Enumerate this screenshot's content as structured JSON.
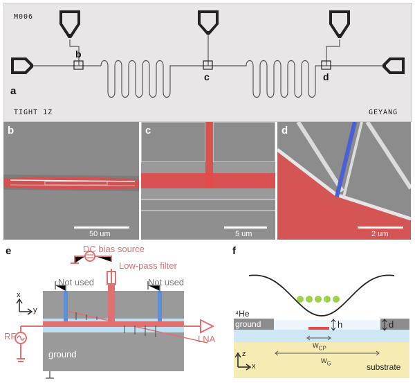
{
  "panel_a": {
    "label": "a",
    "chip_id": "M006",
    "bottom_left_text": "TIGHT 1Z",
    "bottom_right_text": "GEYANG",
    "markers": [
      "b",
      "c",
      "d"
    ]
  },
  "panel_b": {
    "label": "b",
    "scale": "50 um"
  },
  "panel_c": {
    "label": "c",
    "scale": "5 um"
  },
  "panel_d": {
    "label": "d",
    "scale": "2 um"
  },
  "panel_e": {
    "label": "e",
    "dc_bias": "DC bias source",
    "low_pass": "Low-pass filter",
    "not_used_left": "Not used",
    "not_used_right": "Not used",
    "rf": "RF",
    "lna": "LNA",
    "ground": "ground",
    "axis_x": "x",
    "axis_y": "y"
  },
  "panel_f": {
    "label": "f",
    "helium": "⁴He",
    "ground": "ground",
    "h": "h",
    "d": "d",
    "wcp_main": "w",
    "wcp_sub": "CP",
    "wg_main": "w",
    "wg_sub": "G",
    "substrate": "substrate",
    "axis_z": "z",
    "axis_x": "x"
  },
  "colors": {
    "sem_gray": "#8c8c8c",
    "highlight_red": "#e24a4a",
    "highlight_blue": "#4b5fd6",
    "schematic_red": "#e07070",
    "schematic_blue": "#5a8fd8",
    "helium_fill": "#cfe7f5",
    "substrate_fill": "#f5ebb3",
    "electron_green": "#9bd24a"
  }
}
